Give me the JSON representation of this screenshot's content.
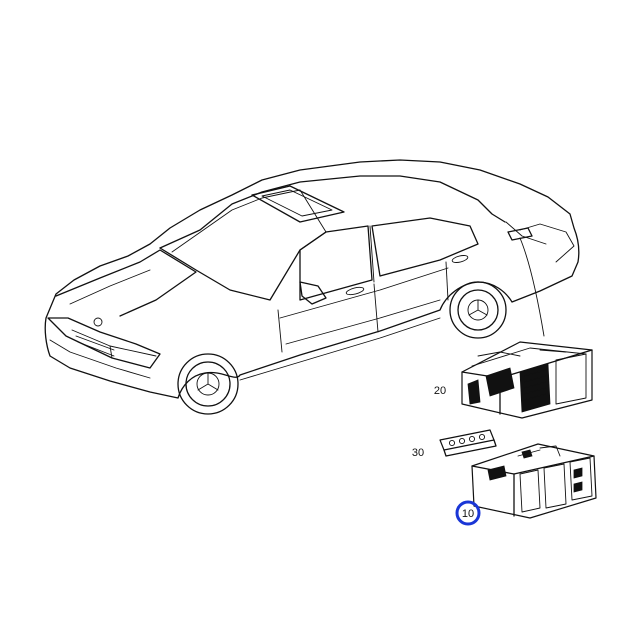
{
  "callouts": [
    {
      "id": "part-20",
      "label": "20"
    },
    {
      "id": "part-30",
      "label": "30"
    },
    {
      "id": "part-10",
      "label": "10",
      "highlighted": true
    }
  ],
  "colors": {
    "line": "#111111",
    "highlight_ring": "#1a36d6",
    "background": "#ffffff"
  }
}
